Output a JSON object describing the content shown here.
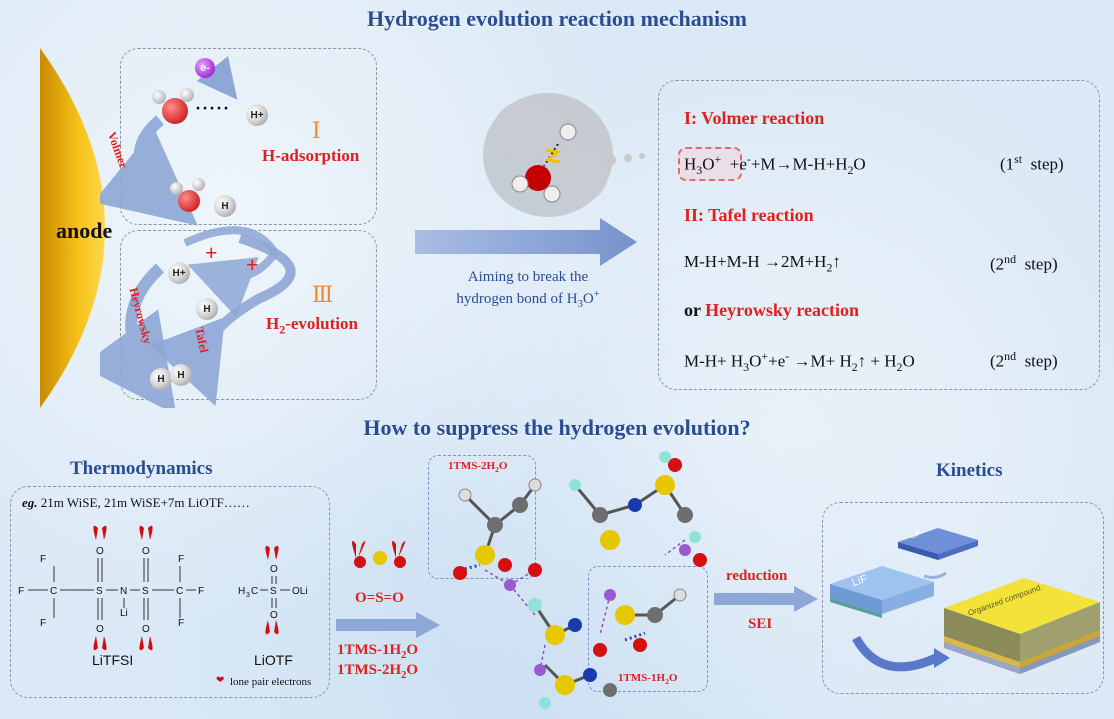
{
  "titles": {
    "top": "Hydrogen evolution reaction mechanism",
    "middle": "How to suppress the hydrogen evolution?"
  },
  "mechanism": {
    "anode_label": "anode",
    "electron_label": "e-",
    "step1_numeral": "Ⅰ",
    "step1_label": "H-adsorption",
    "step3_numeral": "Ⅲ",
    "step3_label_prefix": "H",
    "step3_label_sub": "2",
    "step3_label_suffix": "-evolution",
    "volmer_arrow": "Volmer",
    "heyrowsky_arrow": "Heyrowsky",
    "tafel_arrow": "Tafel",
    "h_atom": "H",
    "h_plus": "H+",
    "plus_sign": "+",
    "dots": "·····",
    "aiming_line1": "Aiming to break the",
    "aiming_line2": "hydrogen bond of H3O+"
  },
  "reactions": {
    "volmer_title": "I: Volmer reaction",
    "volmer_eq": "H3O+ +e-+M→M-H+H2O",
    "volmer_step": "(1st  step)",
    "tafel_title": "II: Tafel reaction",
    "tafel_eq": "M-H+M-H →2M+H2↑",
    "tafel_step": "(2nd  step)",
    "or_label": "or",
    "heyrowsky_title": "Heyrowsky reaction",
    "heyrowsky_eq": "M-H+ H3O++e- →M+ H2↑ + H2O",
    "heyrowsky_step": "(2nd  step)"
  },
  "thermo": {
    "title": "Thermodynamics",
    "example_prefix": "eg.",
    "example_text": "21m WiSE, 21m WiSE+7m LiOTF……",
    "litfsi_label": "LiTFSI",
    "liotf_label": "LiOTF",
    "lone_pair_label": "lone pair electrons",
    "oso_label": "O=S=O",
    "tms1_label": "1TMS-1H2O",
    "tms2_label": "1TMS-2H2O",
    "cluster_label_top": "1TMS-2H2O",
    "cluster_label_bottom": "1TMS-1H2O",
    "atoms": {
      "F": "F",
      "O": "O",
      "S": "S",
      "N": "N",
      "C": "C",
      "Li": "Li",
      "H3C": "H3C",
      "OLi": "OLi"
    }
  },
  "kinetics": {
    "title": "Kinetics",
    "reduction_label": "reduction",
    "sei_label": "SEI",
    "lif_label": "LiF",
    "small_layer_label": "LiF",
    "organic_label": "Organized compound"
  },
  "colors": {
    "title_blue": "#2a4c93",
    "accent_red": "#e02020",
    "arrow_blue": "#8ea7d6",
    "anode_gold": "#f2b705"
  }
}
